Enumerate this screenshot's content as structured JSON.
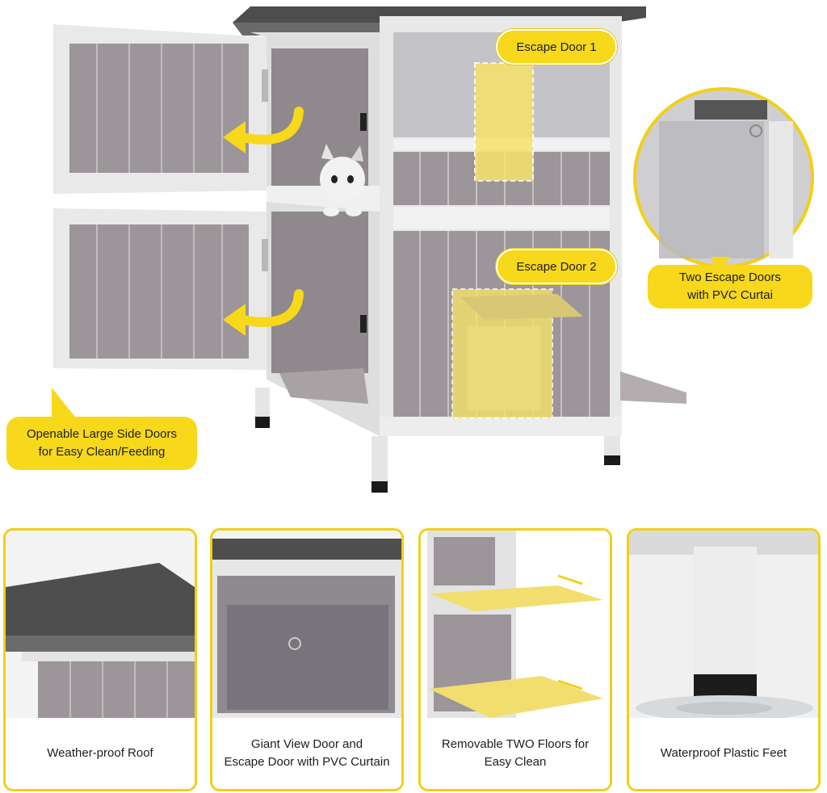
{
  "callouts": {
    "escape_door_1": "Escape Door 1",
    "escape_door_2": "Escape Door 2",
    "two_escape_doors_line1": "Two Escape Doors",
    "two_escape_doors_line2": "with PVC Curtai",
    "side_doors_line1": "Openable Large Side Doors",
    "side_doors_line2": "for Easy Clean/Feeding"
  },
  "panels": [
    {
      "caption": "Weather-proof Roof"
    },
    {
      "caption_line1": "Giant View Door and",
      "caption_line2": "Escape Door with PVC Curtain"
    },
    {
      "caption_line1": "Removable TWO Floors for",
      "caption_line2": "Easy Clean"
    },
    {
      "caption": "Waterproof Plastic Feet"
    }
  ],
  "colors": {
    "accent_yellow": "#f7d81b",
    "wood_gray": "#9a9296",
    "frame_white": "#e9e9e9",
    "roof_dark": "#5b5b5b"
  },
  "icons": [
    "arrow-left-icon",
    "double-arrow-icon"
  ]
}
